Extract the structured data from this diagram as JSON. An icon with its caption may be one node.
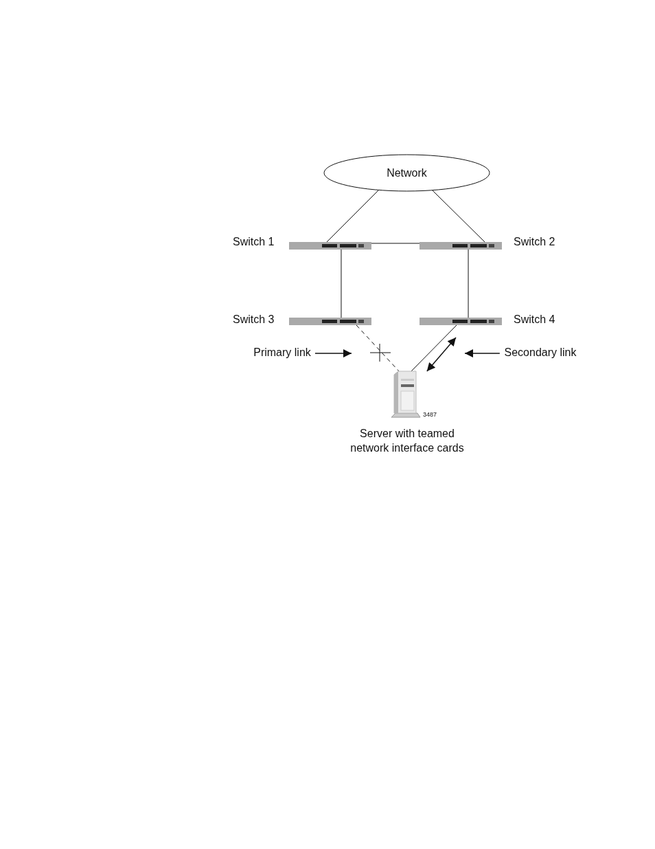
{
  "diagram": {
    "nodes": [
      {
        "text": [
          "Network"
        ]
      },
      {
        "text": [],
        "shape": "bar",
        "beside": [
          "Switch 1"
        ]
      },
      {
        "text": [],
        "shape": "bar",
        "beside": [
          "Switch 2"
        ]
      },
      {
        "text": [],
        "shape": "bar",
        "beside": [
          "Switch 3"
        ]
      },
      {
        "text": [],
        "shape": "bar",
        "beside": [
          "Switch 4"
        ]
      },
      {
        "text": [],
        "shape": "picture",
        "beside": [
          "Server with teamed network interface cards"
        ]
      },
      {
        "text": [
          "Primary link"
        ]
      },
      {
        "text": [
          "Secondary link"
        ]
      }
    ],
    "edges": [
      {
        "from": 0,
        "to": 1,
        "arrow": "none"
      },
      {
        "from": 0,
        "to": 2,
        "arrow": "none"
      },
      {
        "from": 1,
        "to": 2,
        "arrow": "none"
      },
      {
        "from": 1,
        "to": 3,
        "arrow": "none"
      },
      {
        "from": 2,
        "to": 4,
        "arrow": "none"
      },
      {
        "from": 3,
        "to": 5,
        "arrow": "none",
        "style": "dashed"
      },
      {
        "from": 4,
        "to": 5,
        "arrow": "none"
      },
      {
        "from": 6,
        "to": null,
        "arrow": "to"
      },
      {
        "from": 7,
        "to": null,
        "arrow": "to"
      },
      {
        "from": 4,
        "to": 5,
        "arrow": "both"
      }
    ],
    "labels": [
      "3487"
    ]
  }
}
